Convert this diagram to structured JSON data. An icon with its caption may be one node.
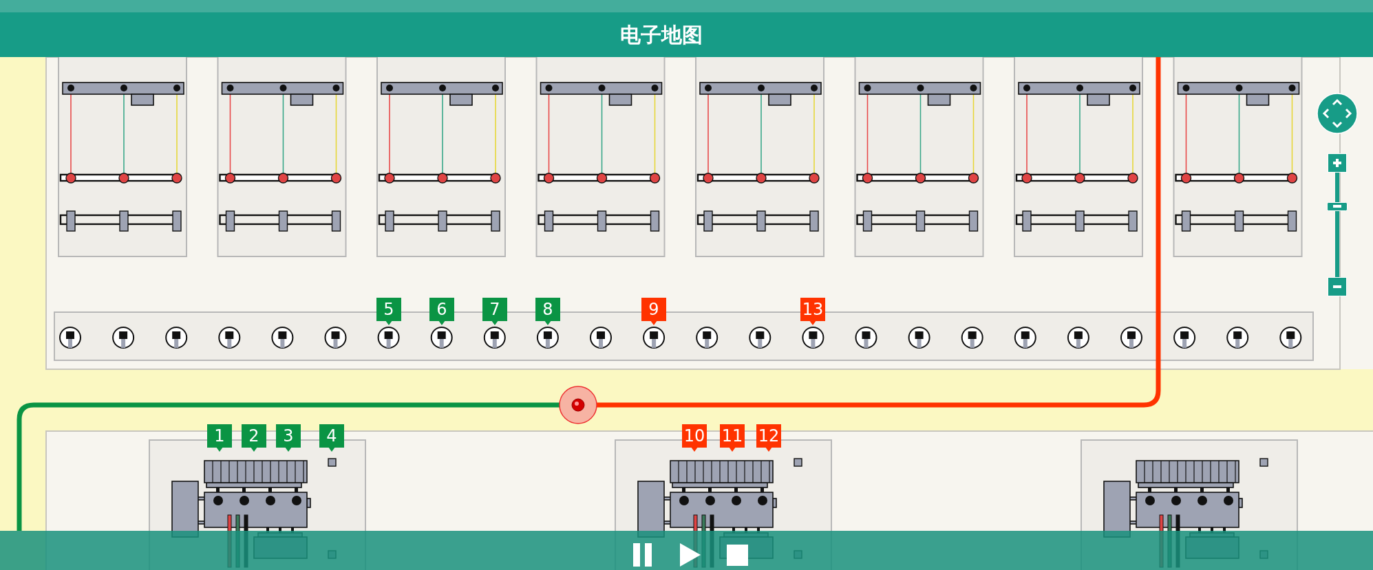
{
  "diagram": {
    "nodes": [
      {
        "text": [
          "电子地图"
        ]
      },
      {
        "text": [],
        "shape": "circle"
      },
      {
        "text": [],
        "shape": "bar"
      }
    ],
    "edges": [
      {
        "from": 2,
        "to": 1,
        "arrow": "none",
        "color": "#0a9444"
      },
      {
        "from": 1,
        "to": 0,
        "arrow": "none",
        "color": "#ff3300"
      }
    ],
    "labels": [
      "5",
      "6",
      "7",
      "8",
      "9",
      "13",
      "1",
      "2",
      "3",
      "4",
      "10",
      "11",
      "12"
    ]
  }
}
